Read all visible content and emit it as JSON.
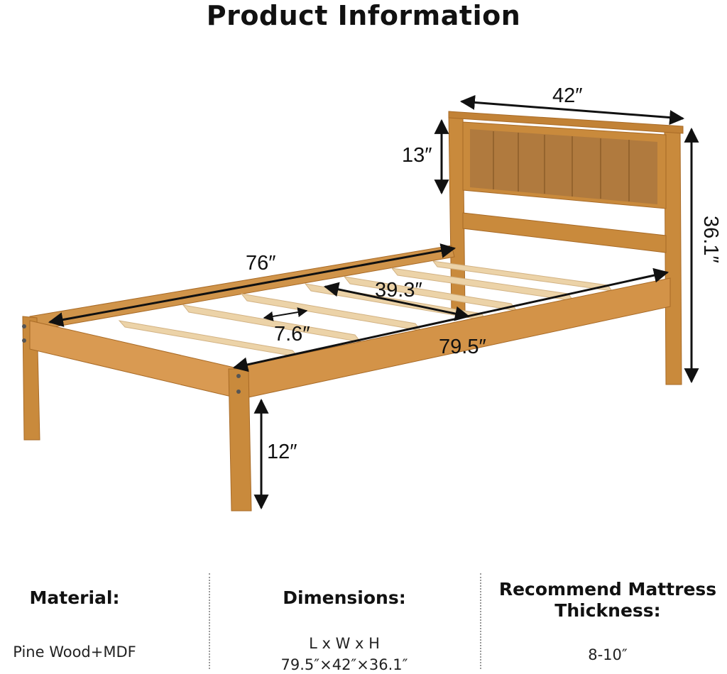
{
  "title": "Product Information",
  "dimensions": {
    "headboard_width": "42″",
    "headboard_panel_height": "13″",
    "total_height": "36.1″",
    "inner_length": "76″",
    "inner_width": "39.3″",
    "slat_gap": "7.6″",
    "total_length": "79.5″",
    "leg_clearance": "12″"
  },
  "specs": {
    "material": {
      "label": "Material:",
      "value": "Pine Wood+MDF"
    },
    "dimensions": {
      "label": "Dimensions:",
      "value_line1": "L x W x H",
      "value_line2": "79.5″×42″×36.1″"
    },
    "mattress": {
      "label_line1": "Recommend Mattress",
      "label_line2": "Thickness:",
      "value": "8-10″"
    }
  },
  "colors": {
    "wood": "#c98a3c",
    "wood_dark": "#a86a26",
    "panel": "#b07a3e",
    "slat": "#ecd3a8",
    "ink": "#111111"
  }
}
